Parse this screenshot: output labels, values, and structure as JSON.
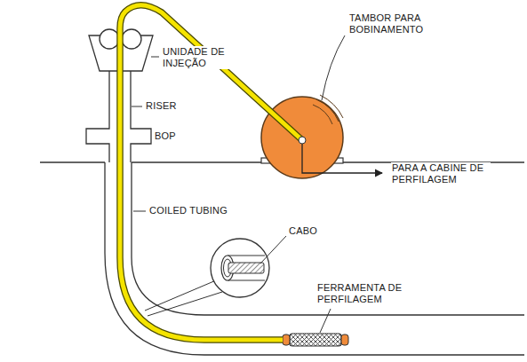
{
  "diagram": {
    "labels": [
      "UNIDADE DE INJEÇÃO",
      "TAMBOR PARA BOBINAMENTO",
      "RISER",
      "BOP",
      "PARA A CABINE DE PERFILAGEM",
      "COILED TUBING",
      "CABO",
      "FERRAMENTA DE PERFILAGEM"
    ]
  }
}
